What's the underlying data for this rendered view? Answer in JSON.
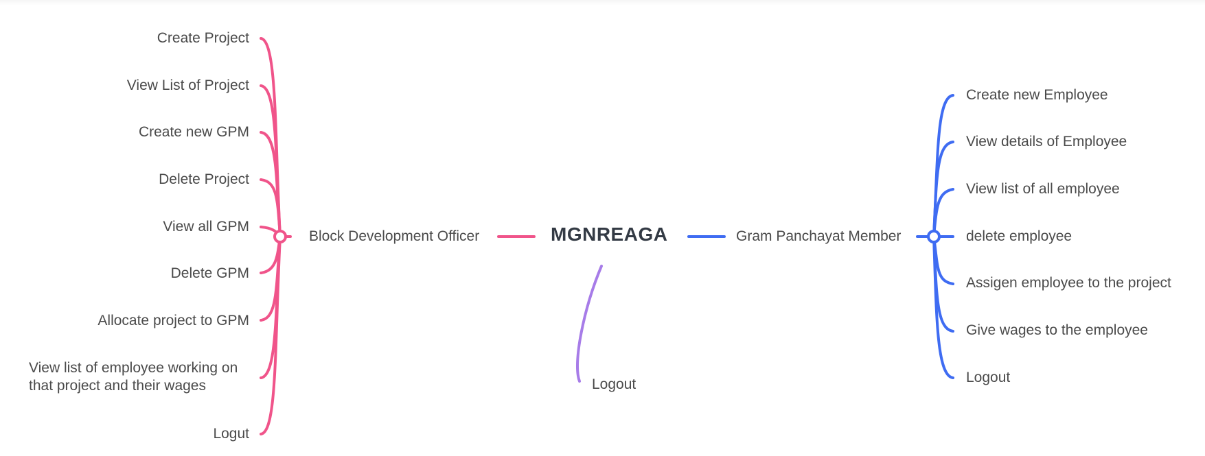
{
  "colors": {
    "left_branch": "#f0548a",
    "right_branch": "#3f6cf2",
    "bottom_branch": "#a77ce8",
    "text": "#4a4a4a",
    "root_text": "#333a44"
  },
  "root": {
    "label": "MGNREAGA"
  },
  "left": {
    "label": "Block Development Officer",
    "items": [
      "Create Project",
      "View List of Project",
      "Create new GPM",
      "Delete Project",
      "View all GPM",
      "Delete GPM",
      "Allocate project to GPM",
      "View list of employee working on that project and their wages",
      "Logut"
    ]
  },
  "right": {
    "label": "Gram Panchayat Member",
    "items": [
      "Create new Employee",
      "View details of Employee",
      "View list of all employee",
      "delete employee",
      "Assigen employee to the project",
      "Give wages to the employee",
      "Logout"
    ]
  },
  "bottom": {
    "label": "Logout"
  }
}
